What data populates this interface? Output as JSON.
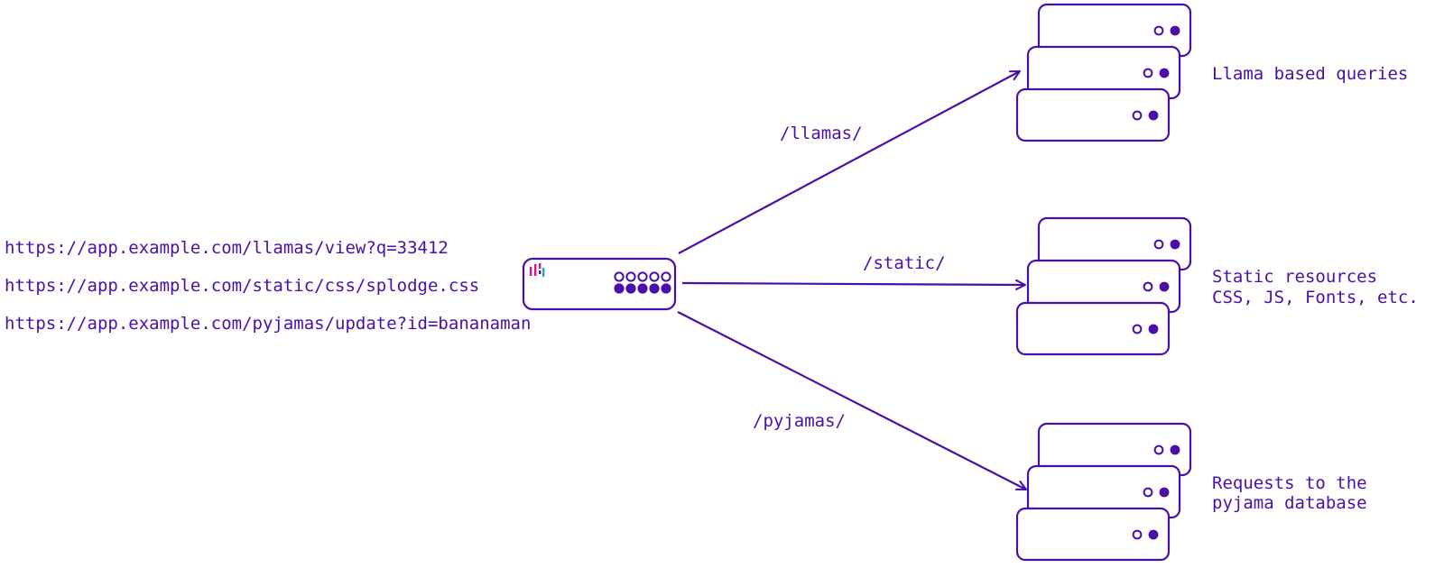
{
  "colors": {
    "stroke": "#4a0fa8",
    "logo_magenta": "#e0138c",
    "logo_cyan": "#18a8d8",
    "background": "#ffffff"
  },
  "urls": [
    "https://app.example.com/llamas/view?q=33412",
    "https://app.example.com/static/css/splodge.css",
    "https://app.example.com/pyjamas/update?id=bananaman"
  ],
  "load_balancer": {
    "logo_icon": "haproxy-logo-icon",
    "port_icon": "port-circles-icon"
  },
  "routes": [
    {
      "path": "/llamas/"
    },
    {
      "path": "/static/"
    },
    {
      "path": "/pyjamas/"
    }
  ],
  "backends": [
    {
      "lines": [
        "Llama based queries"
      ]
    },
    {
      "lines": [
        "Static resources",
        "CSS, JS, Fonts, etc."
      ]
    },
    {
      "lines": [
        "Requests to the",
        "pyjama database"
      ]
    }
  ]
}
